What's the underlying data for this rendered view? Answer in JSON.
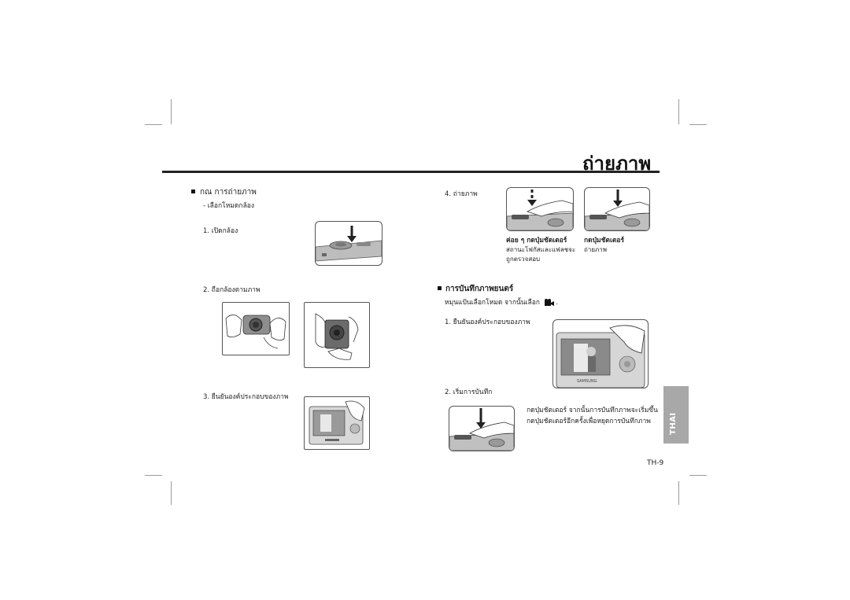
{
  "page_title": "ถ่ายภาพ",
  "side_tab": "THAI",
  "page_number": "TH-9",
  "left": {
    "heading": "กณ การถ่ายภาพ",
    "sub": "-  เลือกโหมดกล้อง",
    "step1": "1. เปิดกล้อง",
    "step2": "2. ถือกล้องตามภาพ",
    "step3": "3. ยืนยันองค์ประกอบของภาพ"
  },
  "right": {
    "step4": "4. ถ่ายภาพ",
    "half_press_title": "ค่อย ๆ กดปุ่มชัตเตอร์",
    "half_press_desc_1": "สถานะโฟกัสและแฟลชจะ",
    "half_press_desc_2": "ถูกตรวจสอบ",
    "full_press_title": "กดปุ่มชัตเตอร์",
    "full_press_desc": "ถ่ายภาพ",
    "movie_heading": "การบันทึกภาพยนตร์",
    "movie_sub": "หมุนแป้นเลือกโหมด จากนั้นเลือก",
    "movie_sub_end": ".",
    "movie_step1": "1. ยืนยันองค์ประกอบของภาพ",
    "movie_step2": "2. เริ่มการบันทึก",
    "movie_note_1": "กดปุ่มชัตเตอร์ จากนั้นการบันทึกภาพจะเริ่มขึ้น",
    "movie_note_2": "กดปุ่มชัตเตอร์อีกครั้งเพื่อหยุดการบันทึกภาพ"
  },
  "camera_brand": "SAMSUNG"
}
